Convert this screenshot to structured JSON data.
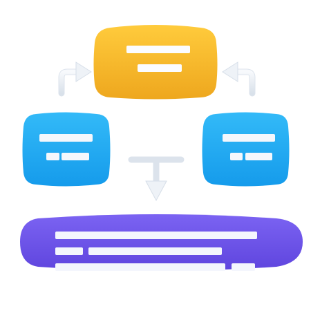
{
  "diagram": {
    "colors": {
      "top_node": "#F4B52B",
      "left_node": "#1FA8F0",
      "right_node": "#1FA8F0",
      "bottom_node": "#6E57E8",
      "connector": "#E6ECF3",
      "text_line": "#F2F4FA"
    },
    "nodes": [
      {
        "id": "top",
        "color_key": "top_node",
        "text_lines": 2
      },
      {
        "id": "left",
        "color_key": "left_node",
        "text_lines": 2
      },
      {
        "id": "right",
        "color_key": "right_node",
        "text_lines": 2
      },
      {
        "id": "bottom",
        "color_key": "bottom_node",
        "text_lines": 3
      }
    ],
    "connectors": [
      {
        "from": "left",
        "to": "top",
        "icon": "curved-arrow-right-icon"
      },
      {
        "from": "right",
        "to": "top",
        "icon": "curved-arrow-left-icon"
      },
      {
        "from": "top",
        "to": "bottom",
        "icon": "t-junction-down-arrow-icon"
      }
    ]
  }
}
